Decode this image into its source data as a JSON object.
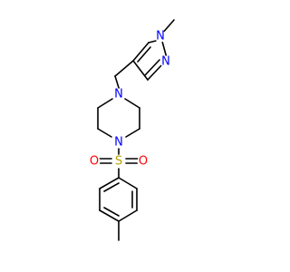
{
  "molecule": {
    "atoms": [
      {
        "id": "N_pz1",
        "label": "N",
        "color": "#0000ff",
        "role": "pyrazole-n1"
      },
      {
        "id": "N_pz2",
        "label": "N",
        "color": "#0000ff",
        "role": "pyrazole-n2"
      },
      {
        "id": "N_pip1",
        "label": "N",
        "color": "#0000ff",
        "role": "piperazine-n-top"
      },
      {
        "id": "N_pip2",
        "label": "N",
        "color": "#0000ff",
        "role": "piperazine-n-bottom"
      },
      {
        "id": "S",
        "label": "S",
        "color": "#b8a000",
        "role": "sulfonyl-s"
      },
      {
        "id": "O_left",
        "label": "O",
        "color": "#ff0000",
        "role": "sulfonyl-o-left"
      },
      {
        "id": "O_right",
        "label": "O",
        "color": "#ff0000",
        "role": "sulfonyl-o-right"
      }
    ],
    "bond_color": "#000000"
  }
}
